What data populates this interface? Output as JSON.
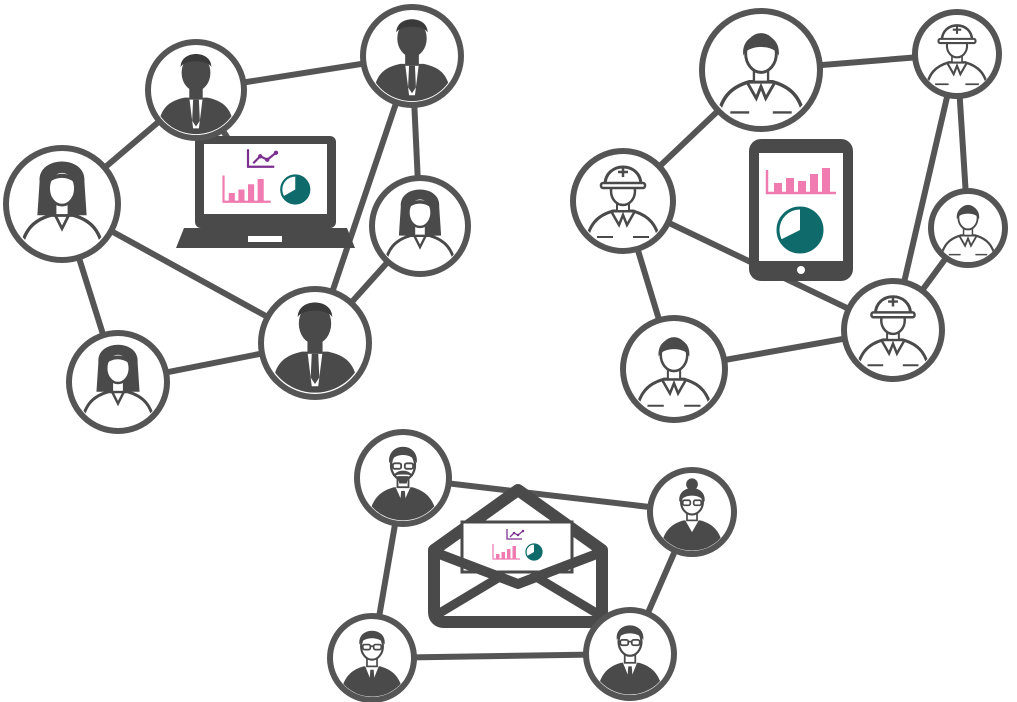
{
  "palette": {
    "stroke": "#4d4d4d",
    "icon_dark": "#4a4a4a",
    "chart_pink": "#f07bb0",
    "chart_purple": "#7b2f8f",
    "chart_teal": "#0f6b6b",
    "background": "#ffffff"
  },
  "clusters": [
    {
      "name": "office-team",
      "device": "laptop-icon",
      "members": [
        "businessman-icon",
        "businessman-icon",
        "businesswoman-icon",
        "businesswoman-icon",
        "businessman-icon",
        "businesswoman-icon"
      ]
    },
    {
      "name": "construction-team",
      "device": "tablet-icon",
      "members": [
        "worker-icon",
        "engineer-icon",
        "engineer-icon",
        "worker-icon",
        "worker-icon",
        "engineer-icon"
      ]
    },
    {
      "name": "email-team",
      "device": "envelope-icon",
      "members": [
        "glasses-man-icon",
        "glasses-woman-icon",
        "glasses-man-icon",
        "glasses-man-icon"
      ]
    }
  ]
}
